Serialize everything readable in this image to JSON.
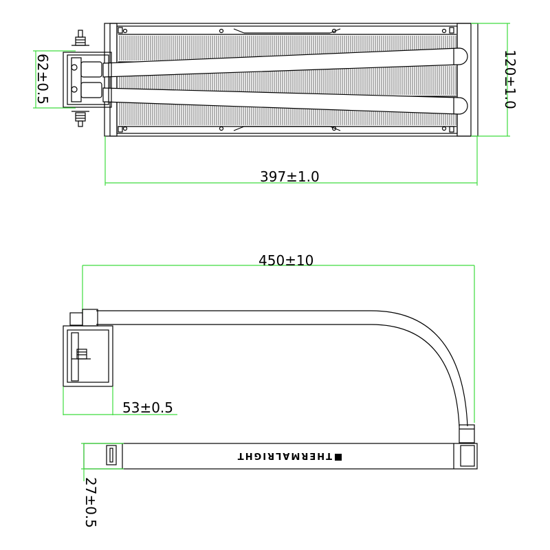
{
  "drawing": {
    "top_view": {
      "length_dim": "397±1.0",
      "height_dim": "120±1.0",
      "pump_dim": "62±0.5"
    },
    "side_view": {
      "tube_dim": "450±10",
      "pump_depth_dim": "53±0.5",
      "radiator_thickness_dim": "27±0.5",
      "brand_text": "THERMALRIGHT"
    },
    "colors": {
      "dimension_line": "#3ddc3d",
      "outline": "#000000"
    }
  }
}
